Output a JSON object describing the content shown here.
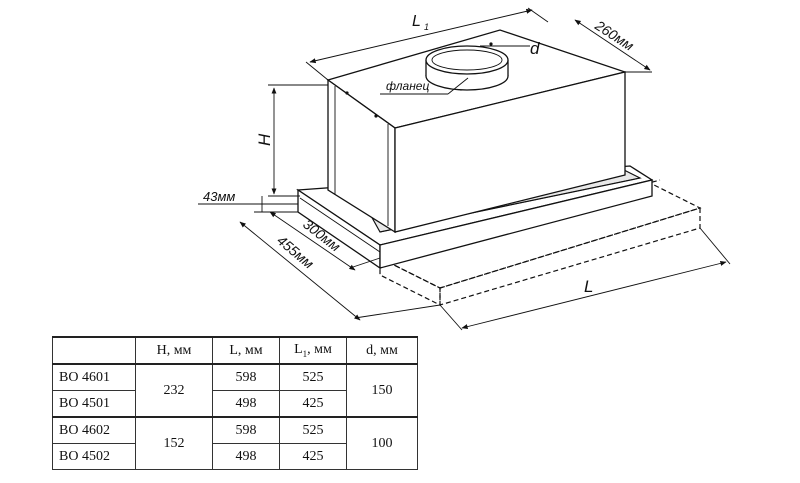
{
  "diagram": {
    "labels": {
      "l1": "L",
      "l1_sub": "1",
      "depth_top": "260мм",
      "diameter": "d",
      "flange": "фланец",
      "height": "H",
      "panel_thickness": "43мм",
      "depth_300": "300мм",
      "depth_455": "455мм",
      "length": "L"
    }
  },
  "table": {
    "headers": {
      "h": "H, мм",
      "l": "L, мм",
      "l1_main": "L",
      "l1_sub": "1",
      "l1_unit": ", мм",
      "d": "d, мм"
    },
    "rows": [
      {
        "model": "BO 4601",
        "l": "598",
        "l1": "525"
      },
      {
        "model": "BO 4501",
        "l": "498",
        "l1": "425"
      },
      {
        "model": "BO 4602",
        "l": "598",
        "l1": "525"
      },
      {
        "model": "BO 4502",
        "l": "498",
        "l1": "425"
      }
    ],
    "groups": [
      {
        "h": "232",
        "d": "150"
      },
      {
        "h": "152",
        "d": "100"
      }
    ]
  }
}
